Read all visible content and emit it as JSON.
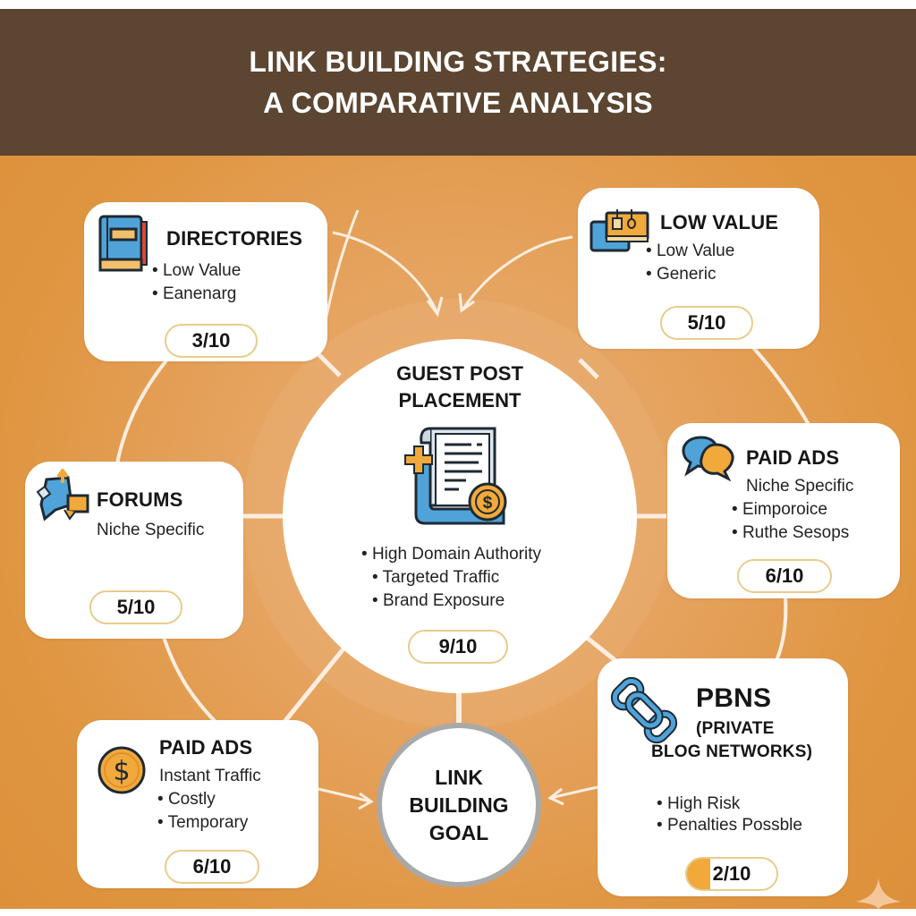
{
  "header": {
    "title_line1": "LINK BUILDING STRATEGIES:",
    "title_line2": "A COMPARATIVE ANALYSIS"
  },
  "colors": {
    "header_bg": "#5c4631",
    "background_orange": "#df9540",
    "card_bg": "#ffffff",
    "score_border": "#e8cc8c",
    "icon_blue": "#4fa3d9",
    "icon_orange": "#f2a93b",
    "goal_ring": "#a9a9a9"
  },
  "center": {
    "title_line1": "GUEST POST",
    "title_line2": "PLACEMENT",
    "icon": "document-dollar-icon",
    "bullets": [
      "High Domain Authority",
      "Targeted Traffic",
      "Brand Exposure"
    ],
    "score": "9/10"
  },
  "goal": {
    "line1": "LINK",
    "line2": "BUILDING",
    "line3": "GOAL"
  },
  "cards": {
    "directories": {
      "title": "DIRECTORIES",
      "icon": "book-icon",
      "bullets": [
        "Low Value",
        "Eanenarg"
      ],
      "score": "3/10"
    },
    "low_value": {
      "title": "LOW VALUE",
      "icon": "calendar-cards-icon",
      "bullets": [
        "Low Value",
        "Generic"
      ],
      "score": "5/10"
    },
    "forums": {
      "title": "FORUMS",
      "icon": "puzzle-arrow-icon",
      "subtitle": "Niche Specific",
      "score": "5/10"
    },
    "paid_ads_right": {
      "title": "PAID ADS",
      "icon": "chat-bubbles-icon",
      "subtitle": "Niche Specific",
      "bullets": [
        "Eimporoice",
        "Ruthe Sesops"
      ],
      "score": "6/10"
    },
    "paid_ads_left": {
      "title": "PAID ADS",
      "icon": "dollar-coin-icon",
      "subtitle": "Instant Traffic",
      "bullets": [
        "Costly",
        "Temporary"
      ],
      "score": "6/10"
    },
    "pbns": {
      "title": "PBNS",
      "title_line2": "(PRIVATE",
      "title_line3": "BLOG NETWORKS)",
      "icon": "chain-link-icon",
      "bullets": [
        "High Risk",
        "Penalties Possble"
      ],
      "score": "2/10"
    }
  },
  "bullet_char": "•"
}
